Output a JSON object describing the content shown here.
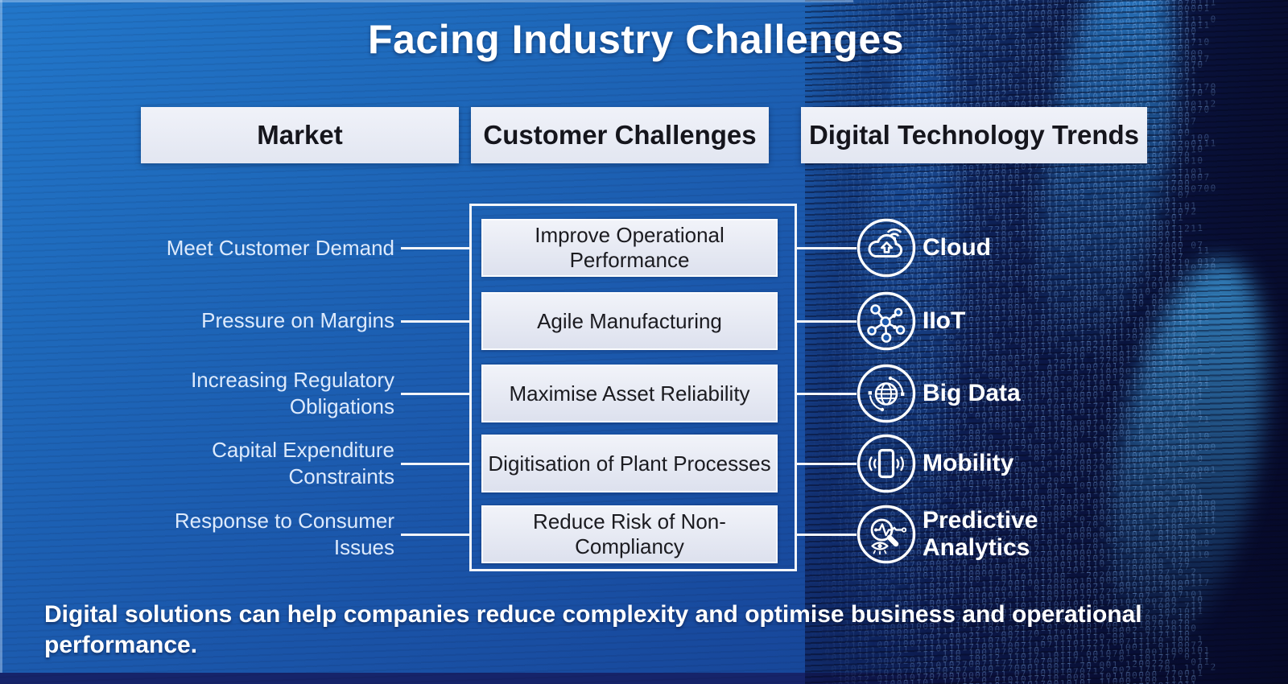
{
  "title": "Facing Industry Challenges",
  "headers": {
    "market": "Market",
    "challenges": "Customer Challenges",
    "trends": "Digital Technology Trends"
  },
  "market_items": [
    "Meet Customer Demand",
    "Pressure on Margins",
    "Increasing Regulatory Obligations",
    "Capital Expenditure Constraints",
    "Response to Consumer Issues"
  ],
  "challenge_items": [
    "Improve Operational Performance",
    "Agile Manufacturing",
    "Maximise Asset Reliability",
    "Digitisation of Plant Processes",
    "Reduce Risk of Non-Compliancy"
  ],
  "trend_items": [
    {
      "label": "Cloud",
      "icon": "cloud-icon"
    },
    {
      "label": "IIoT",
      "icon": "iiot-network-icon"
    },
    {
      "label": "Big Data",
      "icon": "big-data-globe-icon"
    },
    {
      "label": "Mobility",
      "icon": "mobility-phone-icon"
    },
    {
      "label": "Predictive Analytics",
      "icon": "predictive-analytics-icon"
    }
  ],
  "footer": "Digital solutions can help companies reduce complexity and optimise business and operational performance.",
  "colors": {
    "background_blue": "#1b58ac",
    "panel_light": "#e8ebf5",
    "panel_text": "#15151c",
    "line_white": "#f4f6fa",
    "texture_navy": "#0a0f3c",
    "footer_bar_navy": "#16246a"
  }
}
